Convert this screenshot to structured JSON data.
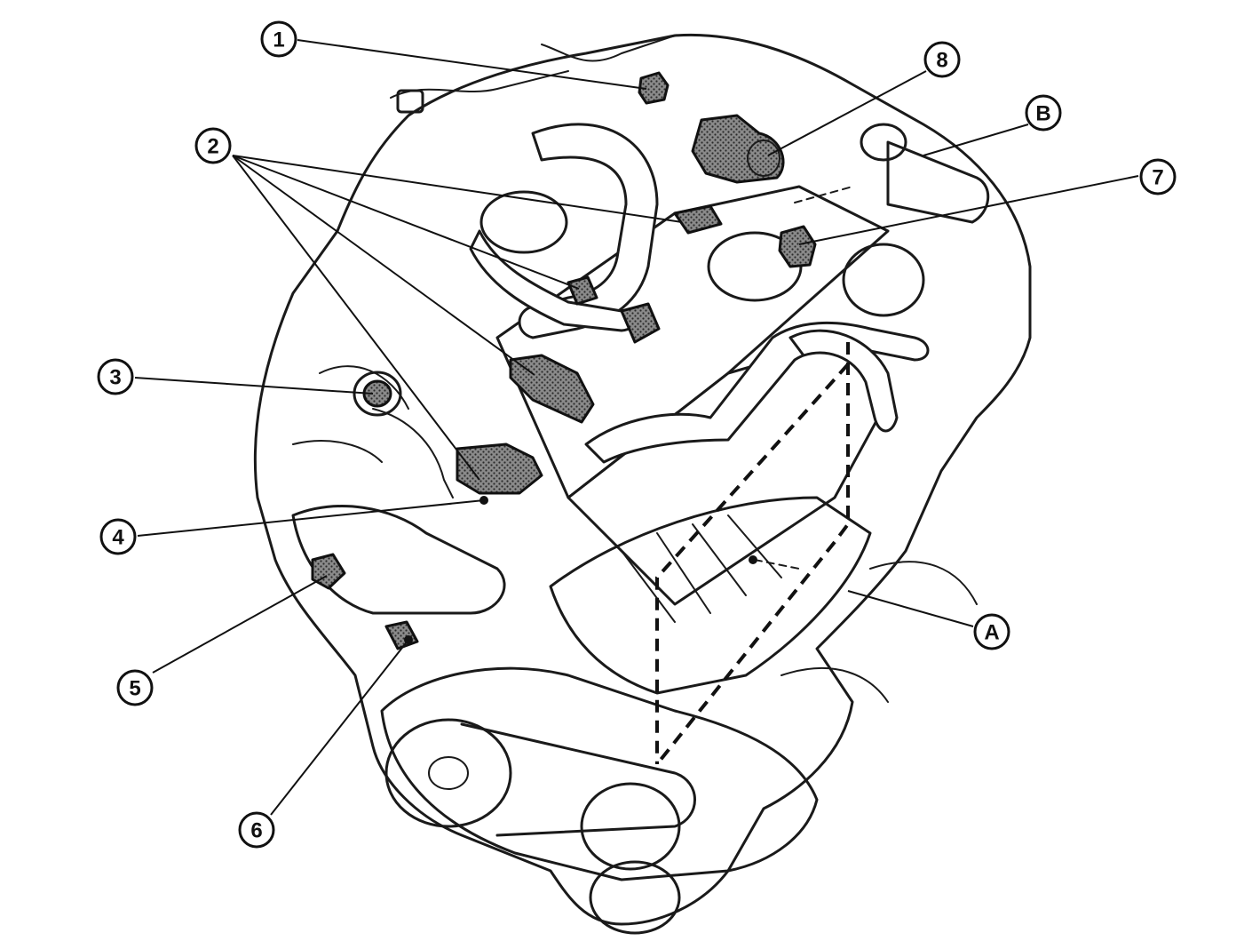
{
  "colors": {
    "ink": "#111111",
    "paper": "#ffffff",
    "part_fill": "#7a7a7a"
  },
  "callouts": [
    {
      "id": "1",
      "label": "1"
    },
    {
      "id": "2",
      "label": "2"
    },
    {
      "id": "3",
      "label": "3"
    },
    {
      "id": "4",
      "label": "4"
    },
    {
      "id": "5",
      "label": "5"
    },
    {
      "id": "6",
      "label": "6"
    },
    {
      "id": "7",
      "label": "7"
    },
    {
      "id": "8",
      "label": "8"
    },
    {
      "id": "A",
      "label": "A"
    },
    {
      "id": "B",
      "label": "B"
    }
  ]
}
